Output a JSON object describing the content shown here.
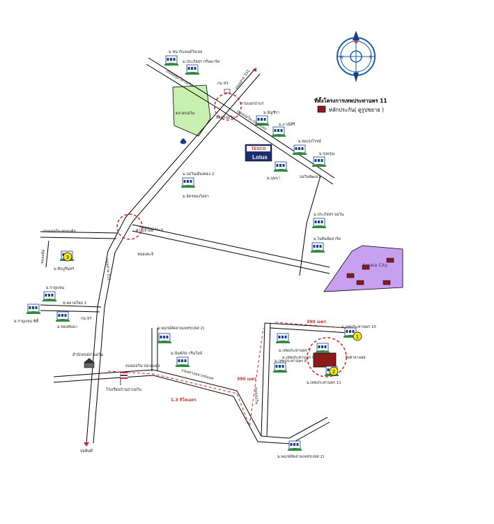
{
  "legend": {
    "title": "ที่ตั้งโครงการเทพประทานพร 11",
    "item": "หลักประกัน( ดูรูปขยาย )",
    "item_color": "#8b1a1a"
  },
  "compass": {
    "n": "N",
    "s": "S",
    "e": "E",
    "w": "W"
  },
  "colors": {
    "road": "#000000",
    "green_area": "#c8f0b0",
    "amata": "#c8a0f0",
    "route": "#d22222",
    "marker": "#f5e61e"
  },
  "places": {
    "p1": "ม.ชนาร์แลนด์วิลเลจ",
    "p2": "ม.ประภัสสร กรีนพาร์ค",
    "p3": "กม.93",
    "p4": "ตลาดบ่อวิน",
    "p5": "ม.อัญชิรา",
    "p6": "ม.ภาณีสิรี",
    "p7": "ม.คุณรุ่งโรจน์",
    "p8": "ม.รุ่งอรุณ",
    "p9": "ม.บุษบา",
    "p10": "ม.บ่อวินเมืองทอง 2",
    "p11": "ม.อัครทองวิลล่า",
    "p12": "ม.ประภัสสร บ่อวิน",
    "p13": "ม.ไพลินจัมปาร์ค",
    "p14": "ม.ทับบูรีนทร์",
    "p15": "ม.ราดูแขน",
    "p16": "ม.ราดูแขน ซิตี้",
    "p17": "ม.ทองพันนา",
    "p18": "กม.97",
    "p19": "สำนักสงฆ์ป่าบ่อวิน",
    "p20": "ม.พฤกษ์ลัดสวนเพชร(เฟส 2)",
    "p21": "ม.นันท์ภัส กรีนวิลล์",
    "p22": "โรงเรียนบ้านป่าบ่อวิน",
    "p23": "ม.เทพประทานพร 10",
    "p24": "ม.เทพประทานพร 7",
    "p25": "ม.เทพประทานพร 9",
    "p26": "ม.เทพประทานพร 8",
    "p27": "ม.เทพประทานพร 11",
    "p28": "ม.พฤกษ์ลัดสวนเพชร(เฟส 2)",
    "p29": "วัดศาลาลอย",
    "p30": "หนองคะจิ",
    "p31": "บ่อหินคี",
    "p32": "สามแยกป่าแร่",
    "p33": "ศาลเจ้าพ่อ"
  },
  "roads": {
    "r1": "ถนนสุขุมวิท-บ่อวิน",
    "r2": "ถนนสาย 331",
    "r3": "ถนนบ่อวิน-ปลวกแดง",
    "r4": "ถนนหนองคะจิ",
    "r5": "ถนนบ่อวิน-หนองค้อ",
    "r6": "ถนนสาย 331",
    "r7": "หนองค้อ",
    "r8": "ซ.ตลาดใหม่ 2",
    "r9": "ถนนบ่อวิน-ปลวกแดง",
    "r10": "ถนนทางหลวงชนบท",
    "r11": "ถนนบ่อวิน",
    "r12": "บ่อวินพัฒนา",
    "r13": "สี่แยกบ่อวิน"
  },
  "distances": {
    "d1": "390 เมตร",
    "d2": "390 เมตร",
    "d3": "1.3 กิโลเมตร"
  },
  "markers": {
    "m1": "1",
    "m2": "2",
    "m3": "3"
  },
  "landmarks": {
    "tesco_top": "TESCO",
    "tesco_bottom": "Lotus",
    "amata": "Amata City"
  }
}
